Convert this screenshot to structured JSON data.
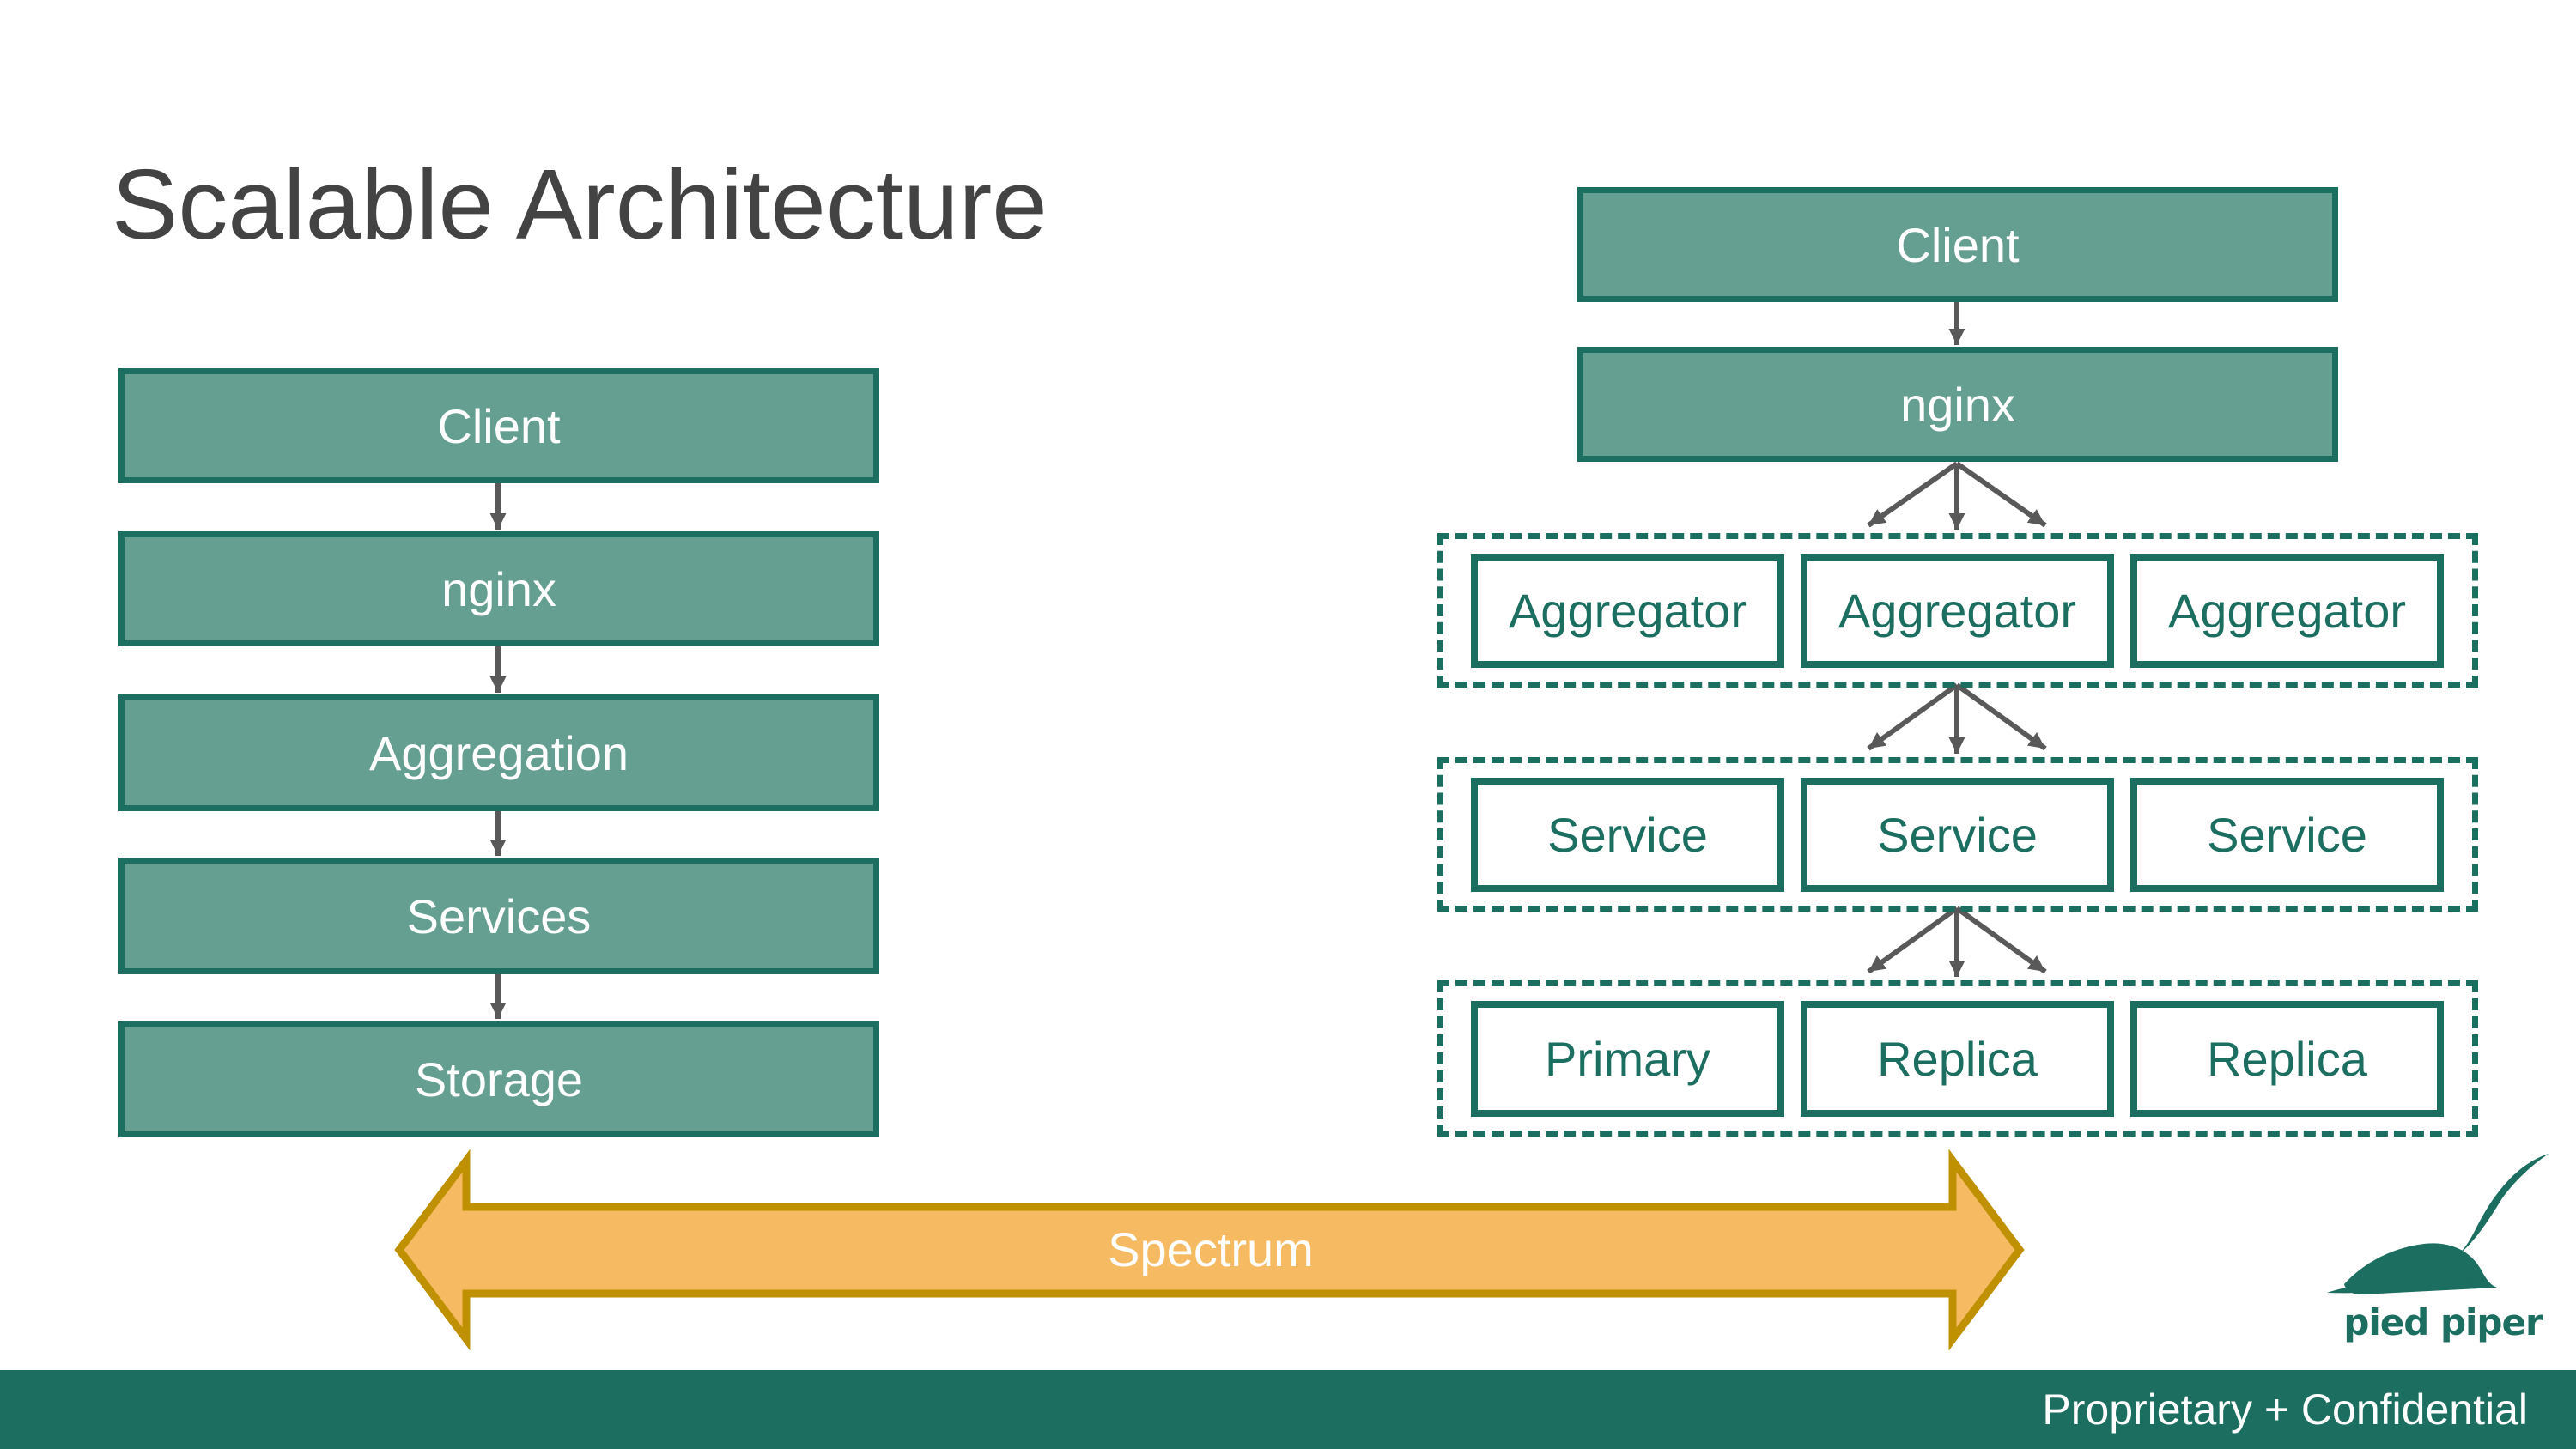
{
  "title": "Scalable Architecture",
  "left_stack": {
    "client": "Client",
    "nginx": "nginx",
    "aggregation": "Aggregation",
    "services": "Services",
    "storage": "Storage"
  },
  "right_stack": {
    "client": "Client",
    "nginx": "nginx",
    "aggregators": [
      "Aggregator",
      "Aggregator",
      "Aggregator"
    ],
    "services": [
      "Service",
      "Service",
      "Service"
    ],
    "storage": [
      "Primary",
      "Replica",
      "Replica"
    ]
  },
  "spectrum": {
    "label": "Spectrum"
  },
  "logo": {
    "text": "pied piper"
  },
  "footer": {
    "text": "Proprietary + Confidential"
  },
  "colors": {
    "box_fill": "#659f92",
    "box_border": "#1b6e60",
    "spectrum_fill": "#f6bb62",
    "spectrum_border": "#bf9000",
    "footer": "#1b6e60"
  }
}
